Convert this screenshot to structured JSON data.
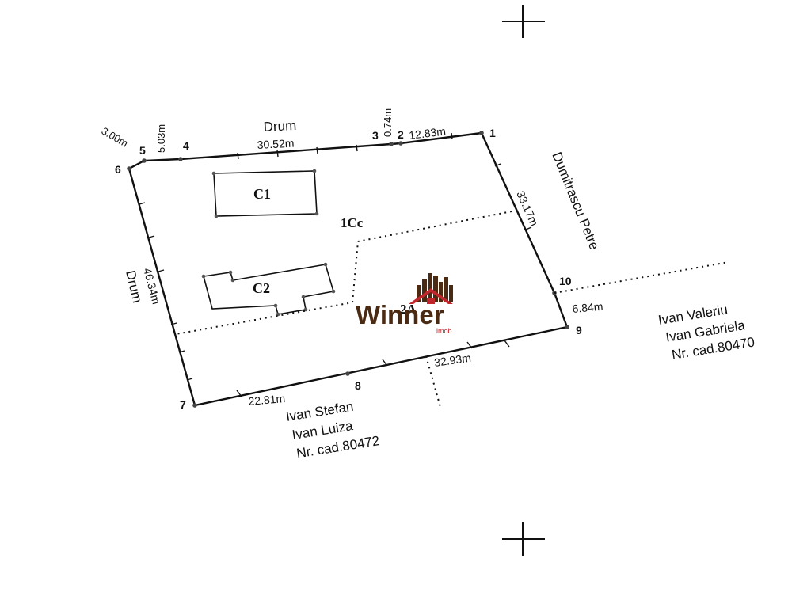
{
  "points": {
    "p1": "1",
    "p2": "2",
    "p3": "3",
    "p4": "4",
    "p5": "5",
    "p6": "6",
    "p7": "7",
    "p8": "8",
    "p9": "9",
    "p10": "10"
  },
  "segments": {
    "s_1_2": "12.83m",
    "s_2_3": "0.74m",
    "s_3_4": "30.52m",
    "s_4_5": "5.03m",
    "s_5_6": "3.00m",
    "s_6_7": "46.34m",
    "s_7_8": "22.81m",
    "s_8_9": "32.93m",
    "s_9_10": "6.84m",
    "s_10_1": "33.17m"
  },
  "streets": {
    "north": "Drum",
    "west": "Drum",
    "east": "Dumitrascu Petre"
  },
  "zones": {
    "c1": "C1",
    "c2": "C2",
    "cc": "1Cc",
    "a": "2A"
  },
  "neighbors": {
    "east": {
      "line1": "Ivan Valeriu",
      "line2": "Ivan Gabriela",
      "line3": "Nr. cad.80470"
    },
    "south": {
      "line1": "Ivan Stefan",
      "line2": "Ivan Luiza",
      "line3": "Nr. cad.80472"
    }
  },
  "watermark": {
    "brand": "Winner",
    "sub": "imob",
    "accent": "#c0262b",
    "dark": "#4a2a12"
  }
}
